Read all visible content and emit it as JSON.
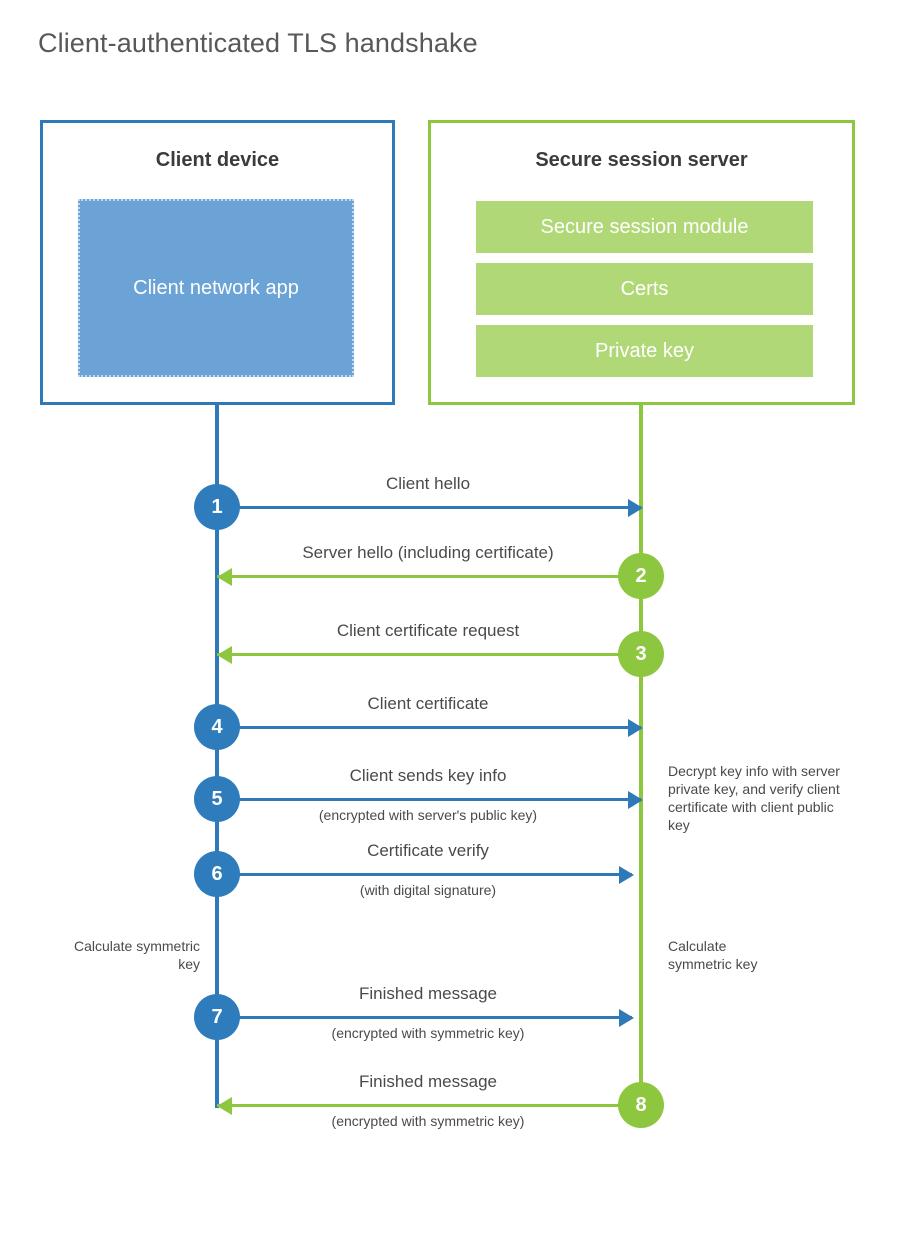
{
  "title": "Client-authenticated TLS handshake",
  "colors": {
    "client_blue": "#3079b8",
    "client_app_fill": "#6ba3d6",
    "server_green": "#8dc63f",
    "server_bar_fill": "#b1d877",
    "circle_blue": "#2f7cbd",
    "circle_green": "#8dc63f",
    "text": "#4a4a4a",
    "title_text": "#585858",
    "background": "#ffffff"
  },
  "client": {
    "title": "Client device",
    "app_label": "Client network app"
  },
  "server": {
    "title": "Secure session server",
    "components": [
      "Secure session module",
      "Certs",
      "Private key"
    ]
  },
  "notes": {
    "client_calculate": "Calculate symmetric key",
    "server_calculate": "Calculate symmetric key",
    "server_decrypt": "Decrypt key info with server private key, and verify client certificate with client public key"
  },
  "steps": [
    {
      "number": "1",
      "label": "Client hello",
      "sublabel": "",
      "direction": "client-to-server",
      "color": "blue"
    },
    {
      "number": "2",
      "label": "Server hello (including certificate)",
      "sublabel": "",
      "direction": "server-to-client",
      "color": "green"
    },
    {
      "number": "3",
      "label": "Client certificate request",
      "sublabel": "",
      "direction": "server-to-client",
      "color": "green"
    },
    {
      "number": "4",
      "label": "Client certificate",
      "sublabel": "",
      "direction": "client-to-server",
      "color": "blue"
    },
    {
      "number": "5",
      "label": "Client sends key info",
      "sublabel": "(encrypted with server's public key)",
      "direction": "client-to-server",
      "color": "blue"
    },
    {
      "number": "6",
      "label": "Certificate verify",
      "sublabel": "(with digital signature)",
      "direction": "client-to-server",
      "color": "blue"
    },
    {
      "number": "7",
      "label": "Finished message",
      "sublabel": "(encrypted with symmetric key)",
      "direction": "client-to-server",
      "color": "blue"
    },
    {
      "number": "8",
      "label": "Finished message",
      "sublabel": "(encrypted with symmetric key)",
      "direction": "server-to-client",
      "color": "green"
    }
  ]
}
